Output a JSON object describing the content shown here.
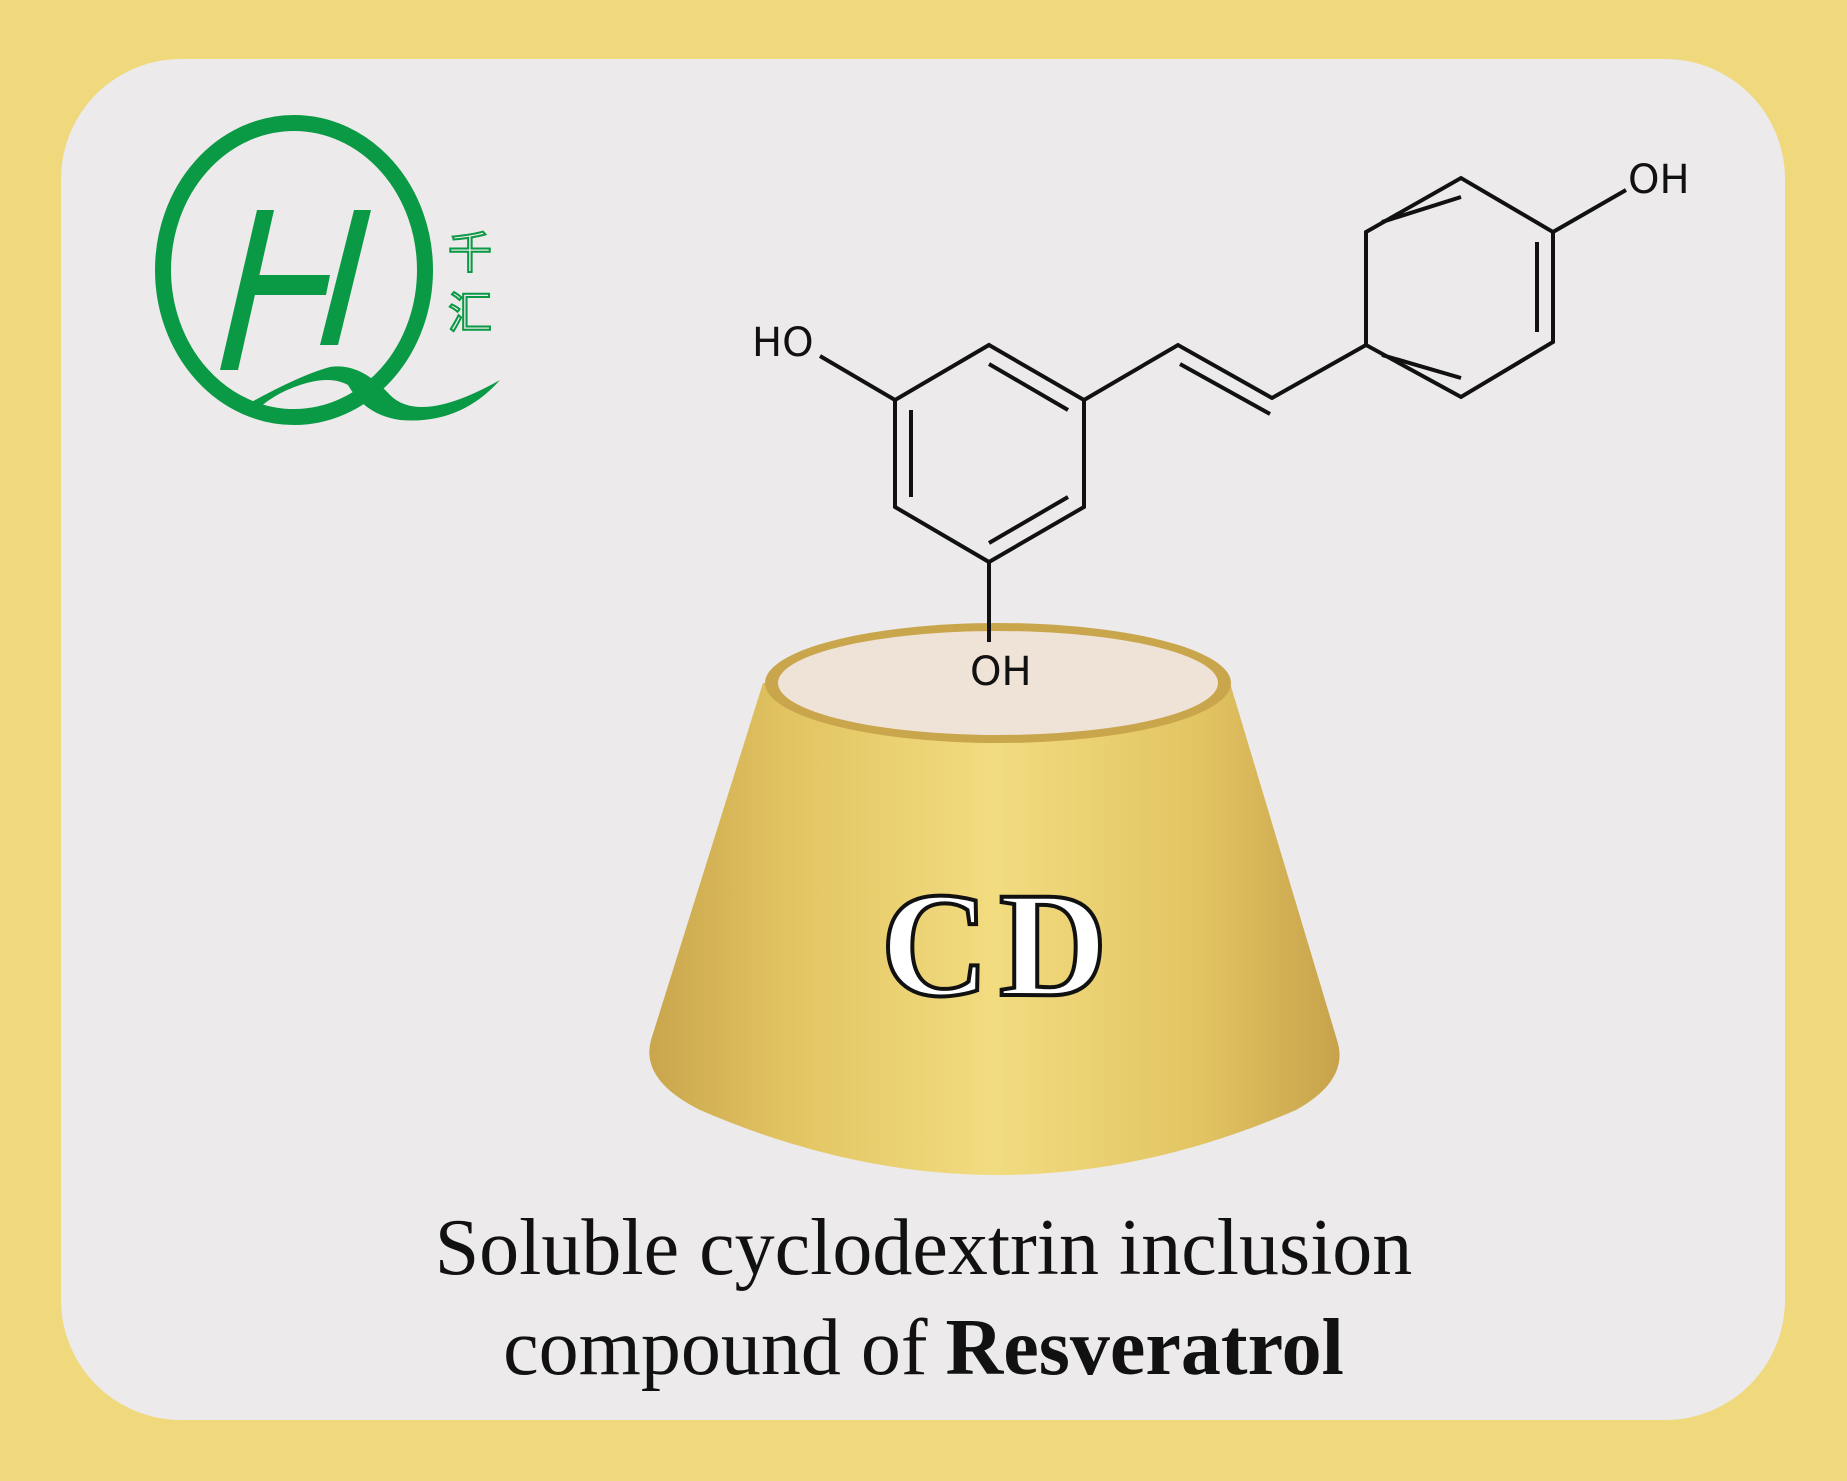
{
  "logo": {
    "letters": "HQ",
    "chinese_top": "千",
    "chinese_bottom": "汇",
    "color": "#0a9944"
  },
  "molecule": {
    "name": "Resveratrol",
    "labels": {
      "oh_top_right": "OH",
      "ho_left": "HO",
      "oh_bottom": "OH"
    }
  },
  "cup": {
    "label": "CD",
    "color": "#e6c65e"
  },
  "caption": {
    "line1": "Soluble cyclodextrin inclusion",
    "line2_prefix": "compound of",
    "line2_bold": "Resveratrol"
  },
  "colors": {
    "background": "#f0d87c",
    "panel": "#eceaea"
  }
}
